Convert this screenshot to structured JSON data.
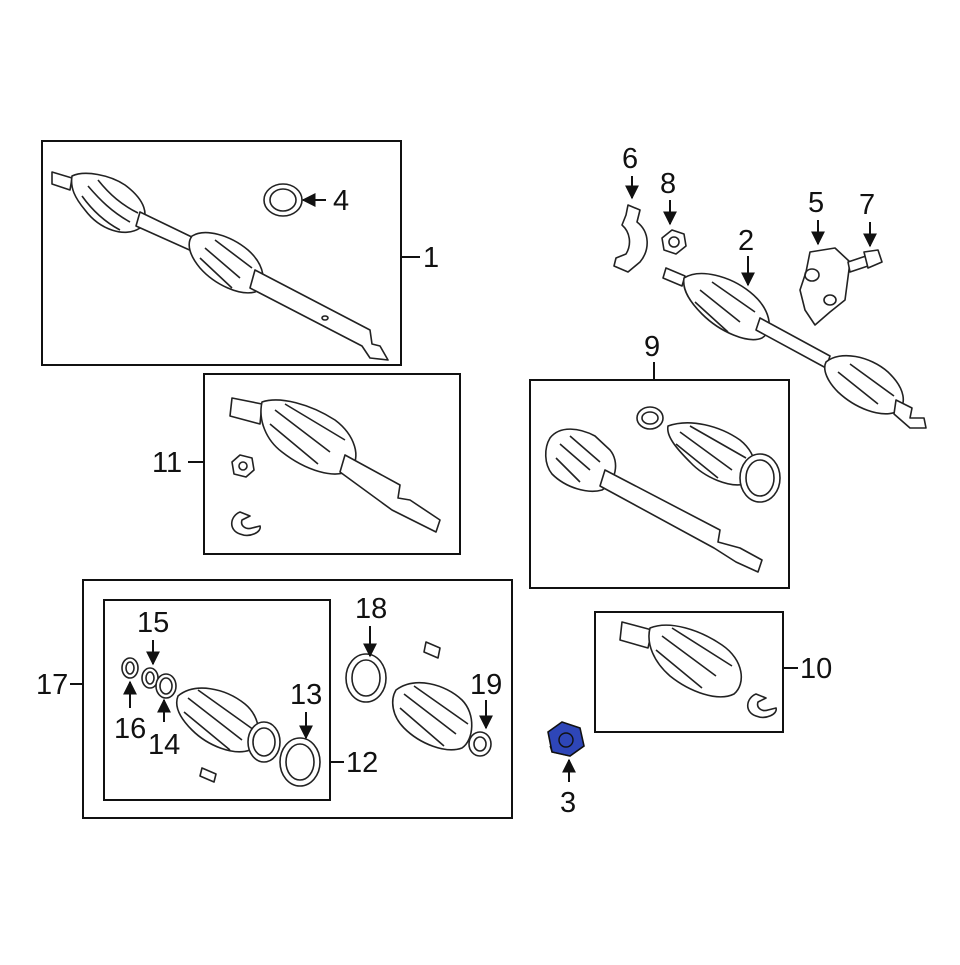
{
  "diagram": {
    "callouts": {
      "c1": "1",
      "c2": "2",
      "c3": "3",
      "c4": "4",
      "c5": "5",
      "c6": "6",
      "c7": "7",
      "c8": "8",
      "c9": "9",
      "c10": "10",
      "c11": "11",
      "c12": "12",
      "c13": "13",
      "c14": "14",
      "c15": "15",
      "c16": "16",
      "c17": "17",
      "c18": "18",
      "c19": "19"
    },
    "highlight_color": "#2e46b8",
    "highlighted_part": "3"
  }
}
